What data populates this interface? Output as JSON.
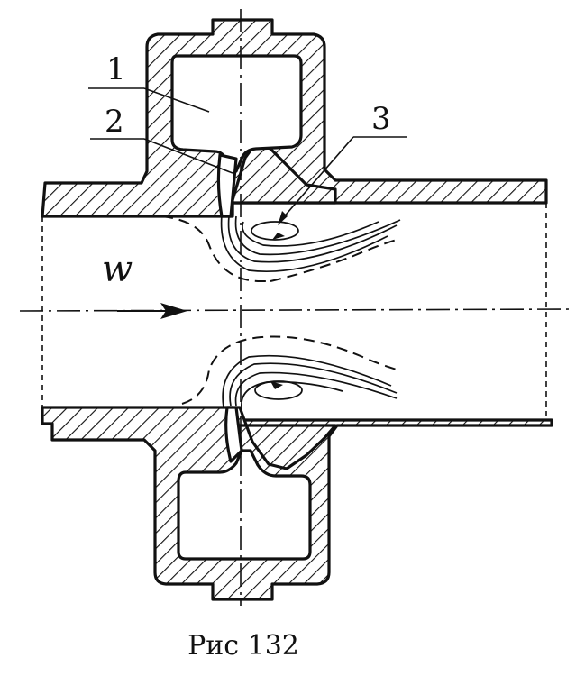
{
  "labels": {
    "one": "1",
    "two": "2",
    "three": "3",
    "velocity": "w"
  },
  "caption": "Рис 132"
}
